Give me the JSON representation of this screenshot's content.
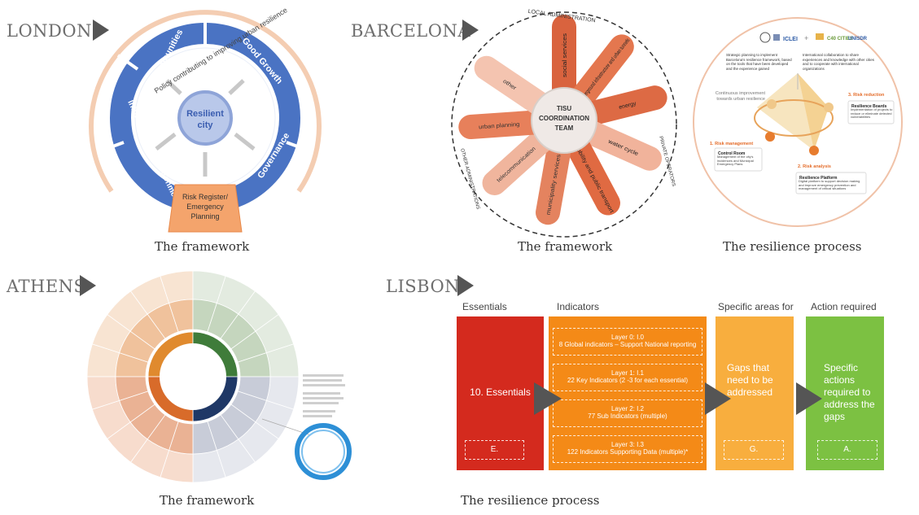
{
  "london": {
    "city": "LONDON",
    "segments": [
      "Communities",
      "Good Growth",
      "Governance",
      "Infrastructure & Environment"
    ],
    "policy_text": "Policy contributing to improving urban resilience",
    "center": [
      "Resilient",
      "city"
    ],
    "risk_box": [
      "Risk Register/",
      "Emergency",
      "Planning"
    ],
    "caption": "The framework",
    "colors": {
      "blue": "#4a73c3",
      "peach": "#f2c5a7",
      "orange": "#f4a46c"
    }
  },
  "barcelona": {
    "city": "BARCELONA",
    "local_admin": "LOCAL ADMINISTRATION",
    "other_admin": "OTHER ADMINISTRATIONS",
    "private_ops": "PRIVATE OPERATORS",
    "center": [
      "TISU",
      "COORDINATION",
      "TEAM"
    ],
    "petals": [
      "social services",
      "underground infrastructure and urban tunnels",
      "energy",
      "water cycle",
      "mobility and public transport",
      "municipality services",
      "telecommunication",
      "urban planning",
      "other"
    ],
    "caption_framework": "The framework",
    "process": {
      "left_text": "Strategic planning to implement Barcelona's resilience framework, based on the tools that have been developed and the experience gained",
      "right_text": "International collaboration to share experiences and knowledge with other cities and to cooperate with international organizations",
      "center_text": "Continuous improvement towards urban resilience",
      "step1": "1. Risk management",
      "control_room": "Control Room",
      "control_room_text": "Management of the city's incidences and Municipal Emergency Plans",
      "step2": "2. Risk analysis",
      "platform": "Resilience Platform",
      "platform_text": "Digital platform to support decision making and improve emergency prevention and management of critical situations",
      "step3": "3. Risk reduction",
      "boards": "Resilience Boards",
      "boards_text": "Implementation of projects to reduce or eliminate detected vulnerabilities",
      "logos": [
        "ICLEI",
        "C40 CITIES",
        "UNISDR"
      ]
    },
    "caption_process": "The resilience process"
  },
  "athens": {
    "city": "ATHENS",
    "caption": "The framework"
  },
  "lisbon": {
    "city": "LISBON",
    "headers": [
      "Essentials",
      "Indicators",
      "Specific areas for",
      "Action required"
    ],
    "essentials": "10. Essentials",
    "essentials_box": "E.",
    "layers": [
      {
        "title": "Layer 0: I.0",
        "desc": "8 Global indicators – Support National reporting"
      },
      {
        "title": "Layer 1: I.1",
        "desc": "22 Key Indicators (2 -3 for each essential)"
      },
      {
        "title": "Layer 2: I.2",
        "desc": "77 Sub Indicators (multiple)"
      },
      {
        "title": "Layer 3: I.3",
        "desc": "122 Indicators Supporting Data (multiple)*"
      }
    ],
    "gaps": "Gaps that need to be addressed",
    "gaps_box": "G.",
    "actions": "Specific actions required to address the gaps",
    "actions_box": "A.",
    "caption": "The resilience process",
    "colors": {
      "red": "#d42a1e",
      "orange": "#f48a17",
      "amber": "#f8ae3e",
      "green": "#7cc142"
    }
  }
}
